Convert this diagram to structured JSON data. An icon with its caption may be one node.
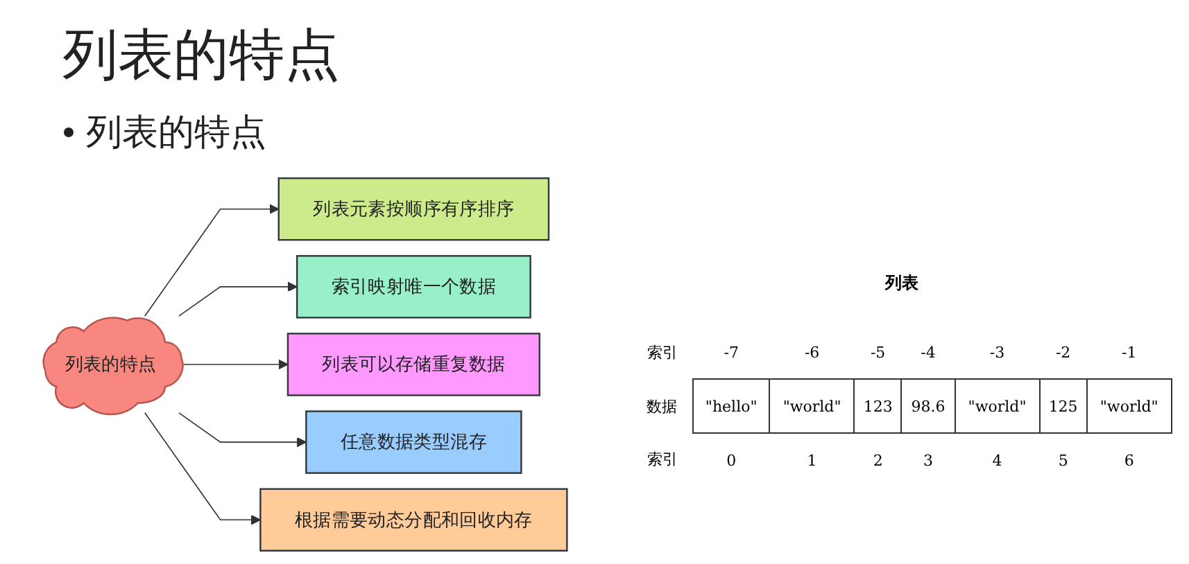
{
  "diagram": {
    "title": "列表的特点",
    "nodes": [
      {
        "text": [
          "列表的特点"
        ]
      },
      {
        "text": [
          "列表元素按顺序有序排序"
        ]
      },
      {
        "text": [
          "索引映射唯一个数据"
        ]
      },
      {
        "text": [
          "列表可以存储重复数据"
        ]
      },
      {
        "text": [
          "任意数据类型混存"
        ]
      },
      {
        "text": [
          "根据需要动态分配和回收内存"
        ]
      }
    ],
    "edges": [
      {
        "from": 0,
        "to": 1,
        "arrow": "to"
      },
      {
        "from": 0,
        "to": 2,
        "arrow": "to"
      },
      {
        "from": 0,
        "to": 3,
        "arrow": "to"
      },
      {
        "from": 0,
        "to": 4,
        "arrow": "to"
      },
      {
        "from": 0,
        "to": 5,
        "arrow": "to"
      }
    ],
    "labels": [
      "列表的特点",
      "列表",
      "索引",
      "-7",
      "-6",
      "-5",
      "-4",
      "-3",
      "-2",
      "-1",
      "数据",
      "\"hello\"",
      "\"world\"",
      "123",
      "98.6",
      "\"world\"",
      "125",
      "\"world\"",
      "索引",
      "0",
      "1",
      "2",
      "3",
      "4",
      "5",
      "6"
    ]
  }
}
